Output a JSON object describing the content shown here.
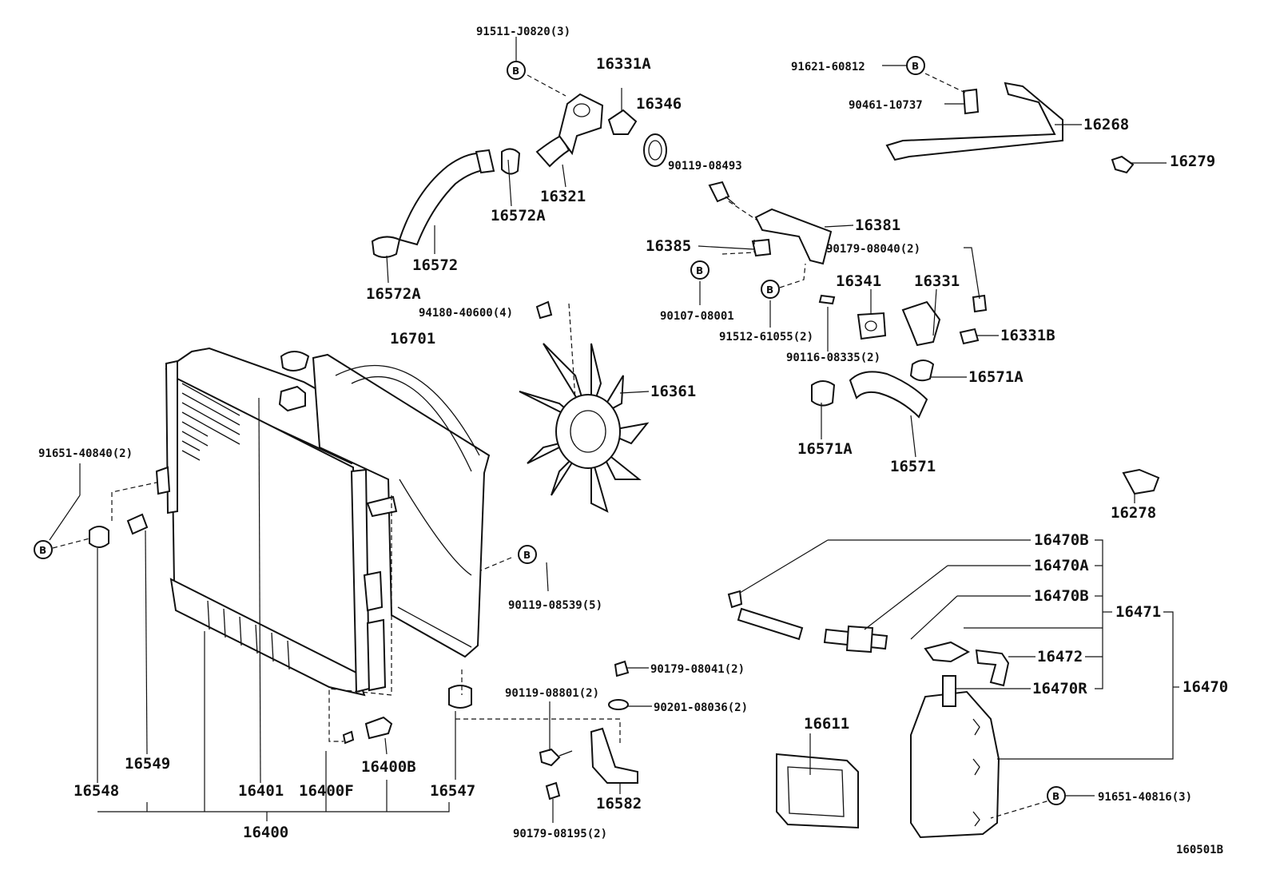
{
  "diagram": {
    "labels": [
      {
        "id": "p91511",
        "text": "91511-J0820(3)",
        "size": "sm"
      },
      {
        "id": "p16331A",
        "text": "16331A",
        "size": "big"
      },
      {
        "id": "p16346",
        "text": "16346",
        "size": "big"
      },
      {
        "id": "p16321",
        "text": "16321",
        "size": "big"
      },
      {
        "id": "p16572A_top",
        "text": "16572A",
        "size": "big"
      },
      {
        "id": "p16572",
        "text": "16572",
        "size": "big"
      },
      {
        "id": "p16572A_bot",
        "text": "16572A",
        "size": "big"
      },
      {
        "id": "p91621",
        "text": "91621-60812",
        "size": "sm"
      },
      {
        "id": "p90461",
        "text": "90461-10737",
        "size": "sm"
      },
      {
        "id": "p16268",
        "text": "16268",
        "size": "big"
      },
      {
        "id": "p16279",
        "text": "16279",
        "size": "big"
      },
      {
        "id": "p90119_08493",
        "text": "90119-08493",
        "size": "sm"
      },
      {
        "id": "p16381",
        "text": "16381",
        "size": "big"
      },
      {
        "id": "p16385",
        "text": "16385",
        "size": "big"
      },
      {
        "id": "p90179_08040",
        "text": "90179-08040(2)",
        "size": "sm"
      },
      {
        "id": "p16341",
        "text": "16341",
        "size": "big"
      },
      {
        "id": "p16331",
        "text": "16331",
        "size": "big"
      },
      {
        "id": "p90107",
        "text": "90107-08001",
        "size": "sm"
      },
      {
        "id": "p91512",
        "text": "91512-61055(2)",
        "size": "sm"
      },
      {
        "id": "p16331B",
        "text": "16331B",
        "size": "big"
      },
      {
        "id": "p90116",
        "text": "90116-08335(2)",
        "size": "sm"
      },
      {
        "id": "p16571A_r",
        "text": "16571A",
        "size": "big"
      },
      {
        "id": "p94180",
        "text": "94180-40600(4)",
        "size": "sm"
      },
      {
        "id": "p16701",
        "text": "16701",
        "size": "big"
      },
      {
        "id": "p16361",
        "text": "16361",
        "size": "big"
      },
      {
        "id": "p16571A_l",
        "text": "16571A",
        "size": "big"
      },
      {
        "id": "p16571",
        "text": "16571",
        "size": "big"
      },
      {
        "id": "p91651_40840",
        "text": "91651-40840(2)",
        "size": "sm"
      },
      {
        "id": "p16278",
        "text": "16278",
        "size": "big"
      },
      {
        "id": "p16470B_1",
        "text": "16470B",
        "size": "big"
      },
      {
        "id": "p16470A",
        "text": "16470A",
        "size": "big"
      },
      {
        "id": "p16470B_2",
        "text": "16470B",
        "size": "big"
      },
      {
        "id": "p16471",
        "text": "16471",
        "size": "big"
      },
      {
        "id": "p16472",
        "text": "16472",
        "size": "big"
      },
      {
        "id": "p16470R",
        "text": "16470R",
        "size": "big"
      },
      {
        "id": "p16470",
        "text": "16470",
        "size": "big"
      },
      {
        "id": "p90119_08539",
        "text": "90119-08539(5)",
        "size": "sm"
      },
      {
        "id": "p90179_08041",
        "text": "90179-08041(2)",
        "size": "sm"
      },
      {
        "id": "p90119_08801",
        "text": "90119-08801(2)",
        "size": "sm"
      },
      {
        "id": "p90201",
        "text": "90201-08036(2)",
        "size": "sm"
      },
      {
        "id": "p16611",
        "text": "16611",
        "size": "big"
      },
      {
        "id": "p16549",
        "text": "16549",
        "size": "big"
      },
      {
        "id": "p16400B",
        "text": "16400B",
        "size": "big"
      },
      {
        "id": "p16548",
        "text": "16548",
        "size": "big"
      },
      {
        "id": "p16401",
        "text": "16401",
        "size": "big"
      },
      {
        "id": "p16400F",
        "text": "16400F",
        "size": "big"
      },
      {
        "id": "p16547",
        "text": "16547",
        "size": "big"
      },
      {
        "id": "p16582",
        "text": "16582",
        "size": "big"
      },
      {
        "id": "p91651_40816",
        "text": "91651-40816(3)",
        "size": "sm"
      },
      {
        "id": "p16400",
        "text": "16400",
        "size": "big"
      },
      {
        "id": "p90179_08195",
        "text": "90179-08195(2)",
        "size": "sm"
      },
      {
        "id": "pfig",
        "text": "160501B",
        "size": "sm"
      }
    ],
    "bubble_letter": "B"
  }
}
